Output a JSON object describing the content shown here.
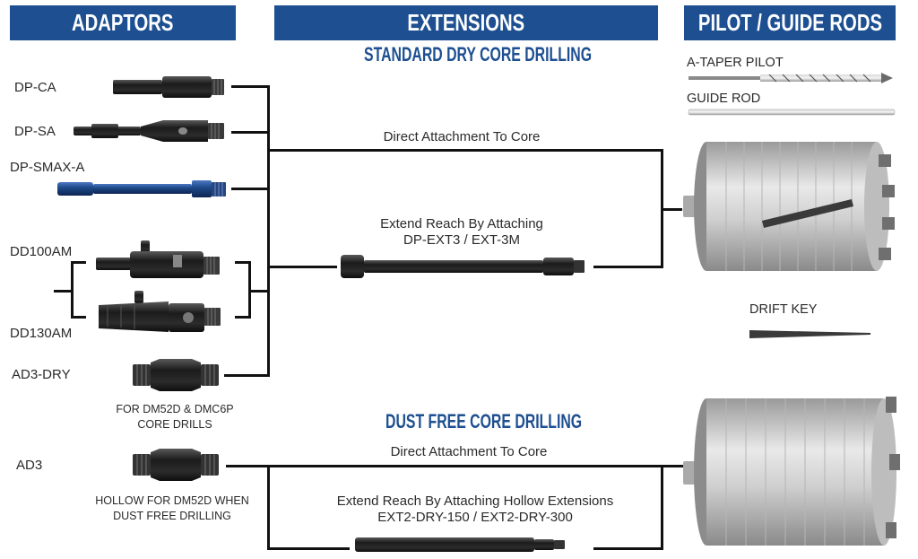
{
  "banners": {
    "adaptors": "ADAPTORS",
    "extensions": "EXTENSIONS",
    "pilot": "PILOT / GUIDE RODS"
  },
  "sections": {
    "standard": "STANDARD DRY CORE DRILLING",
    "dust_free": "DUST FREE CORE DRILLING"
  },
  "adaptors": {
    "dp_ca": "DP-CA",
    "dp_sa": "DP-SA",
    "dp_smax_a": "DP-SMAX-A",
    "dd100am": "DD100AM",
    "dd130am": "DD130AM",
    "ad3_dry": "AD3-DRY",
    "ad3": "AD3"
  },
  "notes": {
    "ad3_dry_line1": "FOR DM52D & DMC6P",
    "ad3_dry_line2": "CORE DRILLS",
    "ad3_line1": "HOLLOW FOR DM52D WHEN",
    "ad3_line2": "DUST FREE DRILLING"
  },
  "standard_paths": {
    "direct": "Direct Attachment To Core",
    "extend_line1": "Extend Reach By Attaching",
    "extend_line2": "DP-EXT3 / EXT-3M"
  },
  "dust_free_paths": {
    "direct": "Direct Attachment To Core",
    "extend_line1": "Extend Reach By Attaching Hollow Extensions",
    "extend_line2": "EXT2-DRY-150 / EXT2-DRY-300"
  },
  "pilot": {
    "a_taper": "A-TAPER PILOT",
    "guide_rod": "GUIDE ROD",
    "drift_key": "DRIFT KEY"
  },
  "icons": {
    "adaptor_part": "adaptor-icon",
    "extension_part": "extension-bar-icon",
    "core_bit": "core-bit-icon",
    "pilot_drill": "pilot-drill-icon",
    "guide_rod": "guide-rod-icon",
    "drift_key": "drift-key-icon"
  },
  "colors": {
    "banner": "#1d4f91",
    "section_title": "#1d4f91",
    "connector": "#111111",
    "blue_adaptor": "#1e4a8a"
  }
}
